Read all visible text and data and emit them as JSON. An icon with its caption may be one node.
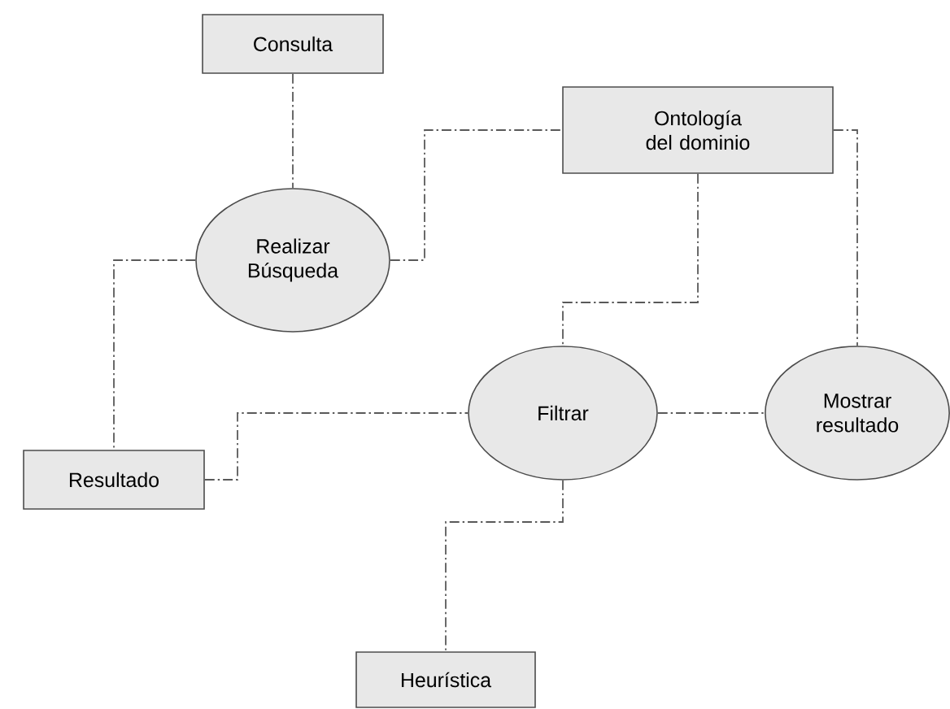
{
  "diagram": {
    "nodes": [
      {
        "text": [
          "Consulta"
        ]
      },
      {
        "text": [
          "Ontología del dominio"
        ]
      },
      {
        "text": [
          "Realizar Búsqueda"
        ]
      },
      {
        "text": [
          "Filtrar"
        ]
      },
      {
        "text": [
          "Mostrar resultado"
        ]
      },
      {
        "text": [
          "Resultado"
        ]
      },
      {
        "text": [
          "Heurística"
        ]
      }
    ],
    "edges": [
      {
        "from": 0,
        "to": 2,
        "arrow": "none"
      },
      {
        "from": 2,
        "to": 1,
        "arrow": "none"
      },
      {
        "from": 2,
        "to": 5,
        "arrow": "none"
      },
      {
        "from": 1,
        "to": 3,
        "arrow": "none"
      },
      {
        "from": 1,
        "to": 4,
        "arrow": "none"
      },
      {
        "from": 5,
        "to": 3,
        "arrow": "none"
      },
      {
        "from": 3,
        "to": 4,
        "arrow": "none"
      },
      {
        "from": 3,
        "to": 6,
        "arrow": "none"
      }
    ]
  }
}
